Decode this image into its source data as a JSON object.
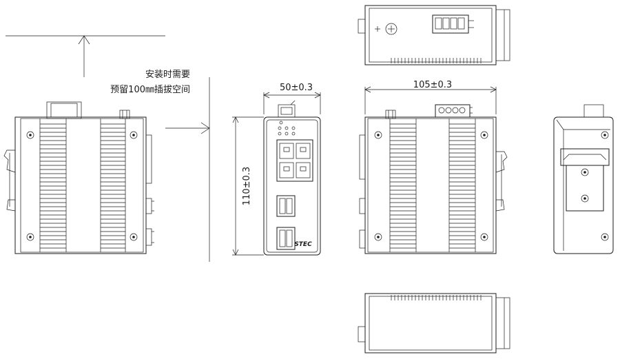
{
  "note": {
    "line1": "安装时需要",
    "line2": "预留100㎜插拔空间"
  },
  "dimensions": {
    "width": "50±0.3",
    "height": "110±0.3",
    "depth": "105±0.3"
  },
  "logo": "STEC",
  "colors": {
    "line": "#1a1a1a",
    "background": "#ffffff"
  }
}
